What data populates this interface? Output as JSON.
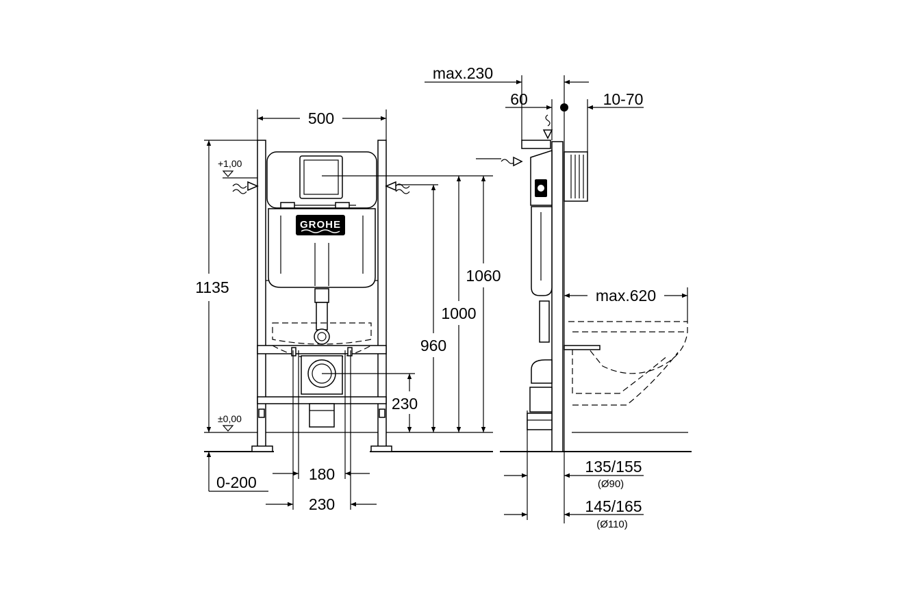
{
  "brand": "GROHE",
  "levels": {
    "upper": "+1,00",
    "lower": "±0,00"
  },
  "front_view": {
    "width": "500",
    "total_height": "1135",
    "floor_offset": "0-200",
    "height_1060": "1060",
    "height_1000": "1000",
    "height_960": "960",
    "outlet_height": "230",
    "leg_spacing_inner": "180",
    "leg_spacing_outer": "230"
  },
  "side_view": {
    "max_230": "max.230",
    "offset_60": "60",
    "wall_range": "10-70",
    "max_620": "max.620",
    "dim_135_155": "135/155",
    "pipe_90": "(Ø90)",
    "dim_145_165": "145/165",
    "pipe_110": "(Ø110)"
  },
  "icons": [
    "water-inlet-icon",
    "level-marker-icon",
    "grohe-logo",
    "reference-point-icon"
  ]
}
